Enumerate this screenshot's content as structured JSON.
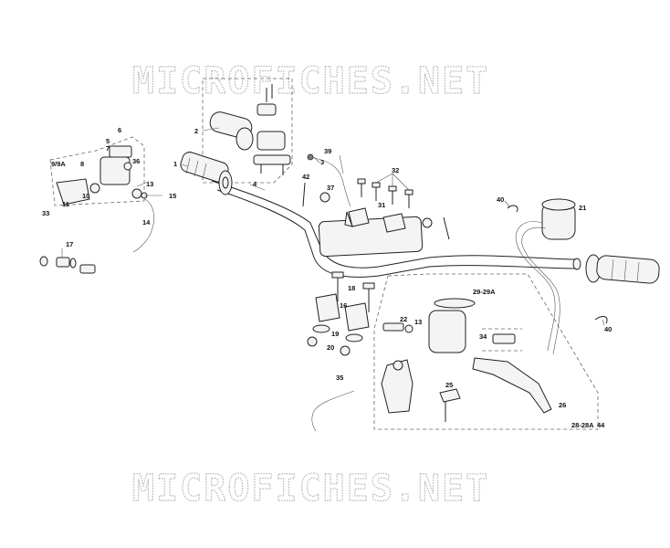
{
  "watermark": "MICROFICHES.NET",
  "callouts": {
    "c1": "1",
    "c2": "2",
    "c3": "3",
    "c4": "4",
    "c5": "5",
    "c6": "6",
    "c7": "7",
    "c8": "8",
    "c9": "9/9A",
    "c10": "10",
    "c11": "11",
    "c13a": "13",
    "c13b": "13",
    "c14": "14",
    "c15": "15",
    "c16": "16",
    "c17": "17",
    "c18": "18",
    "c19": "19",
    "c20": "20",
    "c21": "21",
    "c22": "22",
    "c25": "25",
    "c26": "26",
    "c28": "28-28A",
    "c29": "29-29A",
    "c31": "31",
    "c32": "32",
    "c33": "33",
    "c34": "34",
    "c35": "35",
    "c36": "36",
    "c37": "37",
    "c39": "39",
    "c40a": "40",
    "c40b": "40",
    "c42": "42",
    "c44": "44"
  },
  "colors": {
    "line": "#222222",
    "watermark": "#b9b9b9",
    "background": "#ffffff"
  }
}
